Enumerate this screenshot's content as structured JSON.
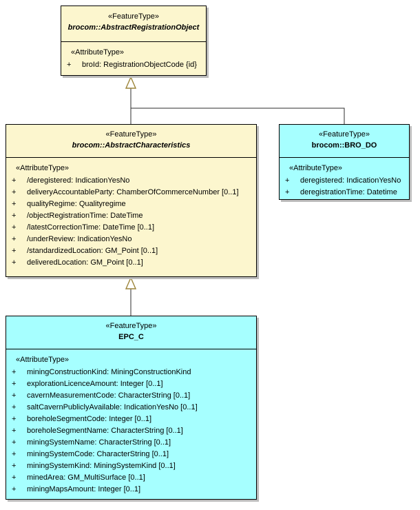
{
  "colors": {
    "canvas_bg": "#FFFFFF",
    "yellow_fill": "#FCF6CE",
    "cyan_fill": "#A6FFFF",
    "box_border": "#000000",
    "connector_line": "#2B2B2B",
    "triangle_stroke": "#9C8438",
    "shadow": "#BDBDBD",
    "text": "#000000"
  },
  "classes": {
    "aro": {
      "stereotype": "«FeatureType»",
      "name": "brocom::AbstractRegistrationObject",
      "attr_stereotype": "«AttributeType»",
      "attributes": [
        {
          "vis": "+",
          "text": "broId: RegistrationObjectCode {id}"
        }
      ]
    },
    "ac": {
      "stereotype": "«FeatureType»",
      "name": "brocom::AbstractCharacteristics",
      "attr_stereotype": "«AttributeType»",
      "attributes": [
        {
          "vis": "+",
          "text": "/deregistered: IndicationYesNo"
        },
        {
          "vis": "+",
          "text": "deliveryAccountableParty: ChamberOfCommerceNumber [0..1]"
        },
        {
          "vis": "+",
          "text": "qualityRegime: Qualityregime"
        },
        {
          "vis": "+",
          "text": "/objectRegistrationTime: DateTime"
        },
        {
          "vis": "+",
          "text": "/latestCorrectionTime: DateTime [0..1]"
        },
        {
          "vis": "+",
          "text": "/underReview: IndicationYesNo"
        },
        {
          "vis": "+",
          "text": "/standardizedLocation: GM_Point [0..1]"
        },
        {
          "vis": "+",
          "text": "deliveredLocation: GM_Point [0..1]"
        }
      ]
    },
    "bro": {
      "stereotype": "«FeatureType»",
      "name": "brocom::BRO_DO",
      "attr_stereotype": "«AttributeType»",
      "attributes": [
        {
          "vis": "+",
          "text": "deregistered: IndicationYesNo"
        },
        {
          "vis": "+",
          "text": "deregistrationTime: Datetime"
        }
      ]
    },
    "epc": {
      "stereotype": "«FeatureType»",
      "name": "EPC_C",
      "attr_stereotype": "«AttributeType»",
      "attributes": [
        {
          "vis": "+",
          "text": "miningConstructionKind: MiningConstructionKind"
        },
        {
          "vis": "+",
          "text": "explorationLicenceAmount: Integer [0..1]"
        },
        {
          "vis": "+",
          "text": "cavernMeasurementCode: CharacterString [0..1]"
        },
        {
          "vis": "+",
          "text": "saltCavernPubliclyAvailable: IndicationYesNo [0..1]"
        },
        {
          "vis": "+",
          "text": "boreholeSegmentCode: Integer [0..1]"
        },
        {
          "vis": "+",
          "text": "boreholeSegmentName: CharacterString [0..1]"
        },
        {
          "vis": "+",
          "text": "miningSystemName: CharacterString [0..1]"
        },
        {
          "vis": "+",
          "text": "miningSystemCode: CharacterString [0..1]"
        },
        {
          "vis": "+",
          "text": "miningSystemKind: MiningSystemKind [0..1]"
        },
        {
          "vis": "+",
          "text": "minedArea: GM_MultiSurface [0..1]"
        },
        {
          "vis": "+",
          "text": "miningMapsAmount: Integer [0..1]"
        }
      ]
    }
  },
  "relationships": [
    {
      "type": "generalization",
      "from": "brocom::AbstractCharacteristics",
      "to": "brocom::AbstractRegistrationObject"
    },
    {
      "type": "generalization",
      "from": "brocom::BRO_DO",
      "to": "brocom::AbstractRegistrationObject"
    },
    {
      "type": "generalization",
      "from": "EPC_C",
      "to": "brocom::AbstractCharacteristics"
    }
  ]
}
